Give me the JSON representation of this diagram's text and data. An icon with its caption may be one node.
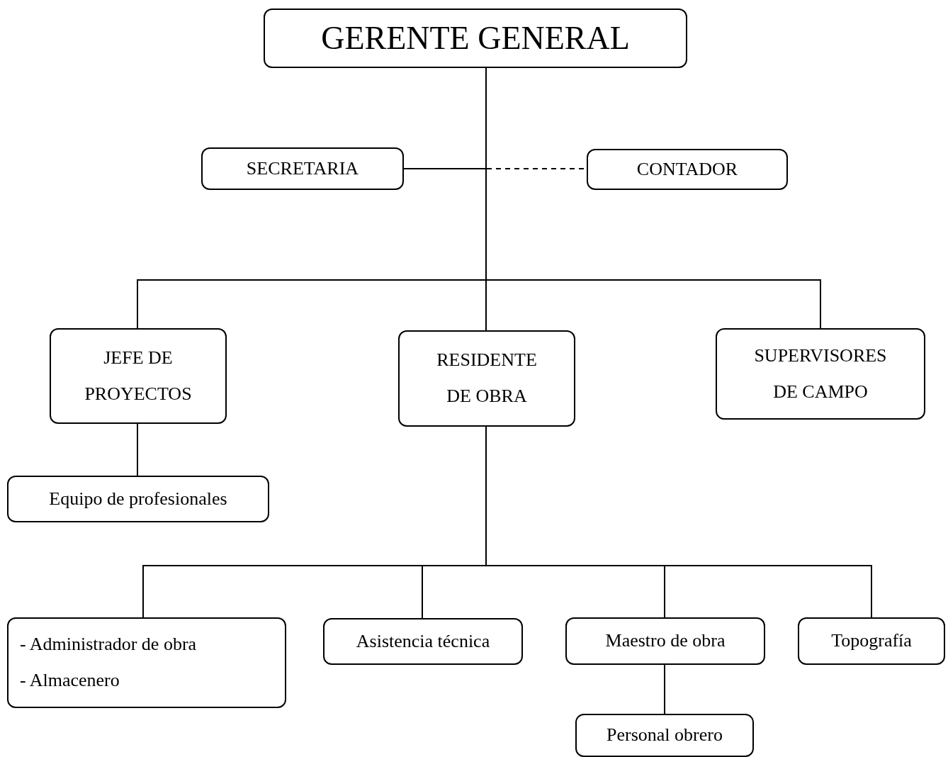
{
  "diagram": {
    "nodes": [
      {
        "text": [
          "GERENTE GENERAL"
        ]
      },
      {
        "text": [
          "SECRETARIA"
        ]
      },
      {
        "text": [
          "CONTADOR"
        ]
      },
      {
        "text": [
          "JEFE DE PROYECTOS"
        ]
      },
      {
        "text": [
          "RESIDENTE DE OBRA"
        ]
      },
      {
        "text": [
          "SUPERVISORES DE CAMPO"
        ]
      },
      {
        "text": [
          "Equipo de profesionales"
        ]
      },
      {
        "text": [
          "- Administrador de obra",
          "- Almacenero"
        ]
      },
      {
        "text": [
          "Asistencia técnica"
        ]
      },
      {
        "text": [
          "Maestro de obra"
        ]
      },
      {
        "text": [
          "Topografía"
        ]
      },
      {
        "text": [
          "Personal obrero"
        ]
      }
    ],
    "edges": [
      {
        "from": 0,
        "to": 1,
        "arrow": "none"
      },
      {
        "from": 0,
        "to": 2,
        "arrow": "none",
        "style": "dashed"
      },
      {
        "from": 0,
        "to": 3,
        "arrow": "none"
      },
      {
        "from": 0,
        "to": 4,
        "arrow": "none"
      },
      {
        "from": 0,
        "to": 5,
        "arrow": "none"
      },
      {
        "from": 3,
        "to": 6,
        "arrow": "none"
      },
      {
        "from": 4,
        "to": 7,
        "arrow": "none"
      },
      {
        "from": 4,
        "to": 8,
        "arrow": "none"
      },
      {
        "from": 4,
        "to": 9,
        "arrow": "none"
      },
      {
        "from": 4,
        "to": 10,
        "arrow": "none"
      },
      {
        "from": 9,
        "to": 11,
        "arrow": "none"
      }
    ]
  }
}
